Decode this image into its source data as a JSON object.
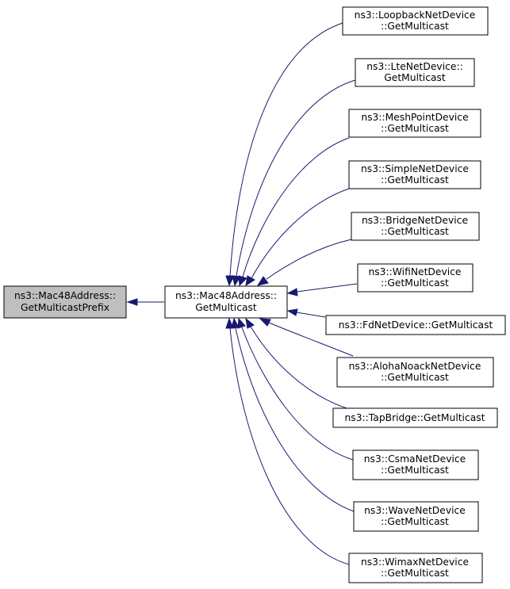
{
  "graph": {
    "colors": {
      "edge": "#191970",
      "root_fill": "#bfbfbf",
      "node_fill": "#ffffff",
      "border": "#000000"
    },
    "root": {
      "line1": "ns3::Mac48Address::",
      "line2": "GetMulticastPrefix"
    },
    "center": {
      "line1": "ns3::Mac48Address::",
      "line2": "GetMulticast"
    },
    "callers": [
      {
        "line1": "ns3::LoopbackNetDevice",
        "line2": "::GetMulticast"
      },
      {
        "line1": "ns3::LteNetDevice::",
        "line2": "GetMulticast"
      },
      {
        "line1": "ns3::MeshPointDevice",
        "line2": "::GetMulticast"
      },
      {
        "line1": "ns3::SimpleNetDevice",
        "line2": "::GetMulticast"
      },
      {
        "line1": "ns3::BridgeNetDevice",
        "line2": "::GetMulticast"
      },
      {
        "line1": "ns3::WifiNetDevice",
        "line2": "::GetMulticast"
      },
      {
        "line1": "ns3::FdNetDevice::GetMulticast",
        "line2": ""
      },
      {
        "line1": "ns3::AlohaNoackNetDevice",
        "line2": "::GetMulticast"
      },
      {
        "line1": "ns3::TapBridge::GetMulticast",
        "line2": ""
      },
      {
        "line1": "ns3::CsmaNetDevice",
        "line2": "::GetMulticast"
      },
      {
        "line1": "ns3::WaveNetDevice",
        "line2": "::GetMulticast"
      },
      {
        "line1": "ns3::WimaxNetDevice",
        "line2": "::GetMulticast"
      }
    ]
  }
}
